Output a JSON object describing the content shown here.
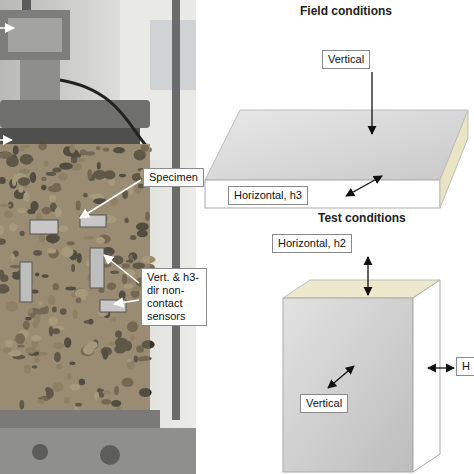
{
  "diagram": {
    "nodes": [
      {
        "text": [
          "Specimen"
        ]
      },
      {
        "text": [
          "Vert. & h3-dir non-contact sensors"
        ]
      },
      {
        "text": [
          "Vertical"
        ]
      },
      {
        "text": [
          "Horizontal, h3"
        ]
      },
      {
        "text": [
          "Horizontal, h2"
        ]
      },
      {
        "text": [
          "Vertical"
        ]
      },
      {
        "text": [
          "H"
        ]
      }
    ],
    "labels": [
      "Field conditions",
      "Test conditions"
    ]
  }
}
